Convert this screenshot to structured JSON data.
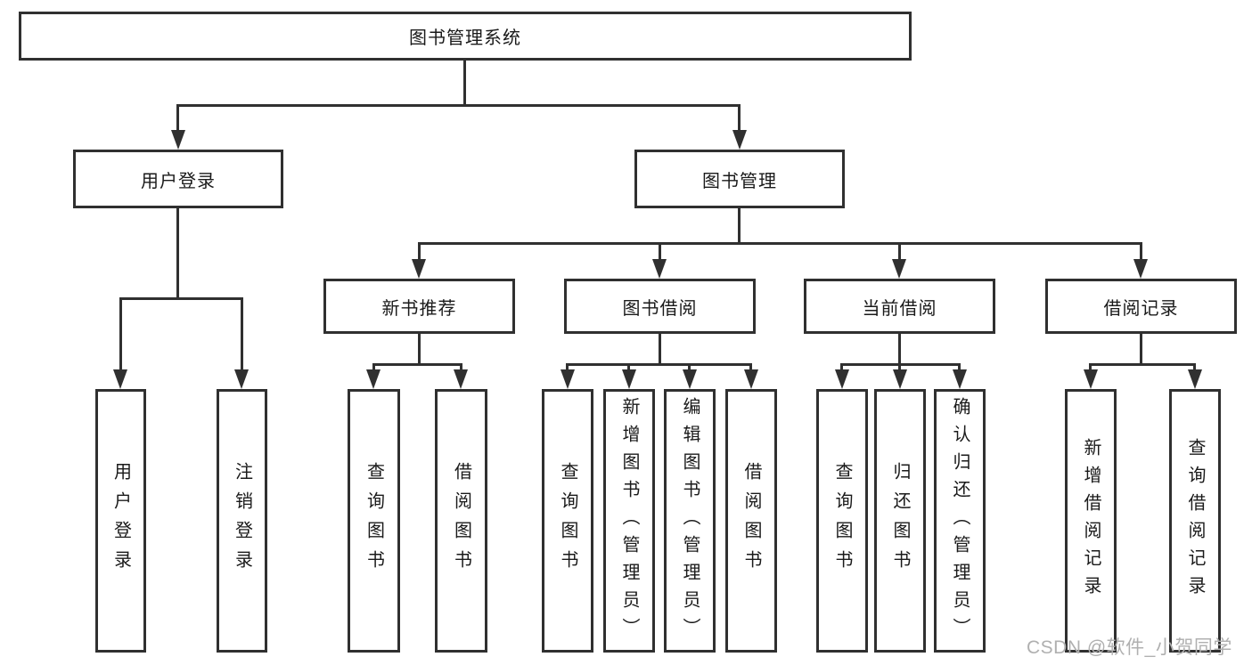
{
  "colors": {
    "background": "#ffffff",
    "line": "#303030",
    "box_border": "#303030",
    "text": "#1a1a1a",
    "watermark": "#b0b0b0"
  },
  "watermark": {
    "text": "CSDN @软件_小贺同学"
  },
  "tree": {
    "root": {
      "label": "图书管理系统"
    },
    "branches": [
      {
        "label": "用户登录",
        "children": [
          {
            "label": "用户登录"
          },
          {
            "label": "注销登录"
          }
        ]
      },
      {
        "label": "图书管理",
        "children": [
          {
            "label": "新书推荐",
            "children": [
              {
                "label": "查询图书"
              },
              {
                "label": "借阅图书"
              }
            ]
          },
          {
            "label": "图书借阅",
            "children": [
              {
                "label": "查询图书"
              },
              {
                "label": "新增图书（管理员）"
              },
              {
                "label": "编辑图书（管理员）"
              },
              {
                "label": "借阅图书"
              }
            ]
          },
          {
            "label": "当前借阅",
            "children": [
              {
                "label": "查询图书"
              },
              {
                "label": "归还图书"
              },
              {
                "label": "确认归还（管理员）"
              }
            ]
          },
          {
            "label": "借阅记录",
            "children": [
              {
                "label": "新增借阅记录"
              },
              {
                "label": "查询借阅记录"
              }
            ]
          }
        ]
      }
    ]
  }
}
